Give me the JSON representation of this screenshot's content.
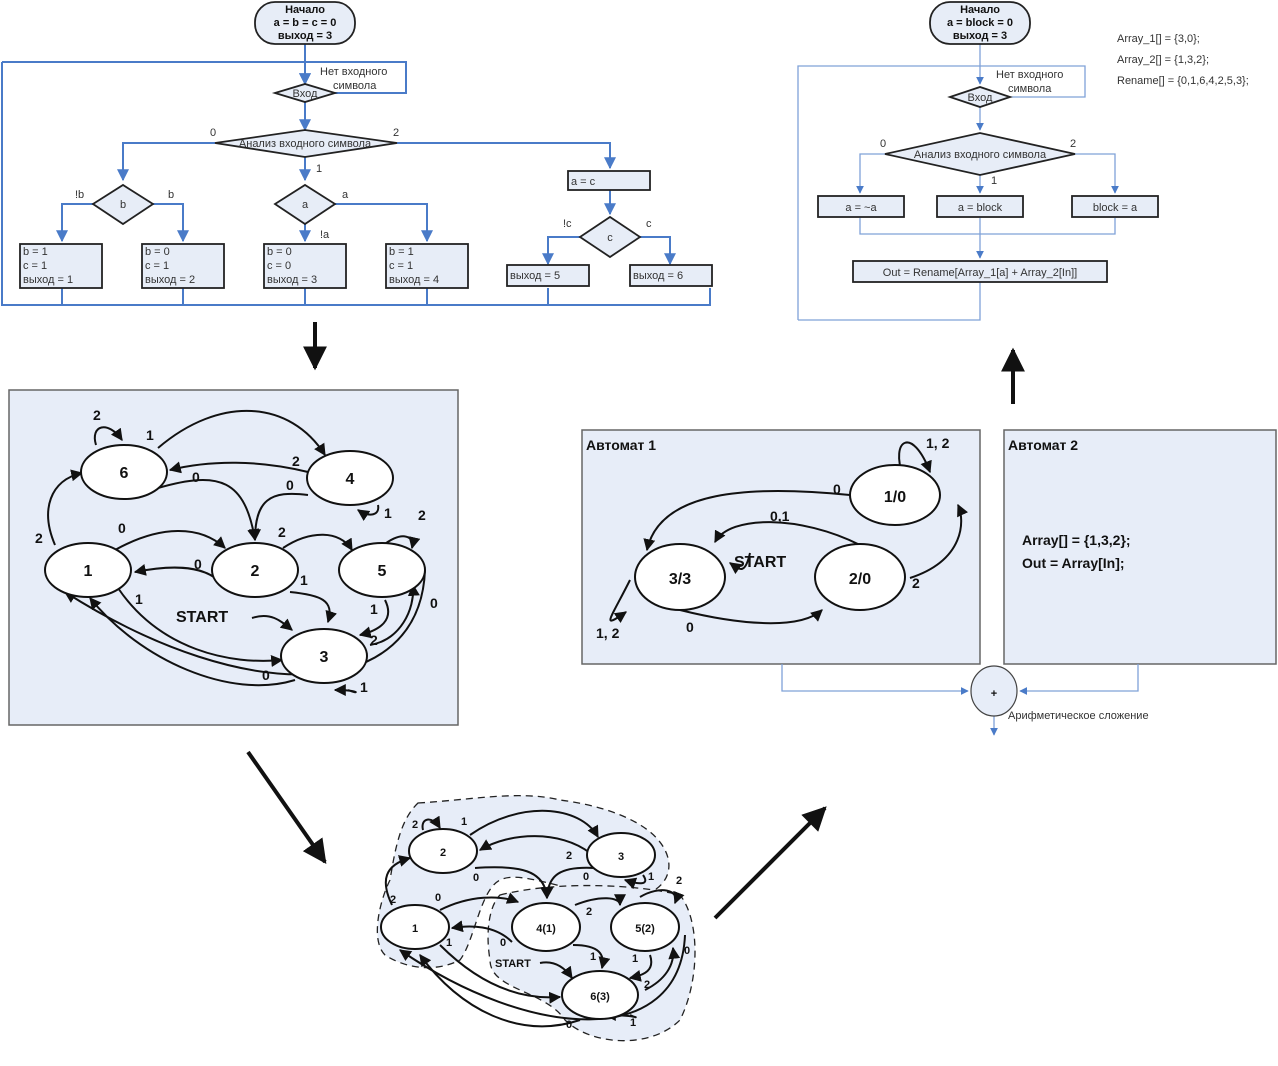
{
  "flowchart1": {
    "start": [
      "Начало",
      "a = b = c = 0",
      "выход = 3"
    ],
    "input": "Вход",
    "no_input": [
      "Нет входного",
      "символа"
    ],
    "analyze": "Анализ входного символа",
    "branch_labels": {
      "zero": "0",
      "one": "1",
      "two": "2"
    },
    "decision_b": "b",
    "decision_a": "a",
    "decision_c": "c",
    "cond_labels": {
      "not_b": "!b",
      "b": "b",
      "a": "a",
      "not_a": "!a",
      "not_c": "!c",
      "c": "c"
    },
    "assign_a_c": "a = c",
    "boxes": [
      [
        "b  = 1",
        "c = 1",
        "выход = 1"
      ],
      [
        "b = 0",
        "c = 1",
        "выход = 2"
      ],
      [
        "b  = 0",
        "c = 0",
        "выход = 3"
      ],
      [
        "b  = 1",
        "c = 1",
        "выход = 4"
      ]
    ],
    "out5": "выход = 5",
    "out6": "выход = 6"
  },
  "flowchart2": {
    "start": [
      "Начало",
      "a = block = 0",
      "выход = 3"
    ],
    "input": "Вход",
    "no_input": [
      "Нет входного",
      "символа"
    ],
    "analyze": "Анализ входного символа",
    "branch_labels": {
      "zero": "0",
      "one": "1",
      "two": "2"
    },
    "box_left": "a = ~a",
    "box_mid": "a = block",
    "box_right": "block = a",
    "out": "Out = Rename[Array_1[a] + Array_2[In]]",
    "arrays": [
      "Array_1[] = {3,0};",
      "Array_2[] = {1,3,2};",
      "Rename[] = {0,1,6,4,2,5,3};"
    ]
  },
  "automaton6": {
    "states": [
      "1",
      "2",
      "3",
      "4",
      "5",
      "6"
    ],
    "start_label": "START",
    "edge_labels": {
      "s6_self": "2",
      "s6_to4": "1",
      "s4_to6": "2",
      "s6_to2": "0",
      "s4_to2": "0",
      "s4_self": "1",
      "s1_to6": "2",
      "s1_to2": "0",
      "s2_to1": "0",
      "s2_to5": "2",
      "s5_self": "2",
      "s2_to3": "1",
      "s1_to3": "1",
      "s5_to3": "1",
      "s3_to5": "2",
      "s5_to1": "0",
      "s3_to1": "0",
      "s3_self": "1"
    }
  },
  "automaton_split": {
    "states": [
      "1",
      "2",
      "3",
      "4(1)",
      "5(2)",
      "6(3)"
    ],
    "start_label": "START",
    "edge_labels": {
      "s2_self": "2",
      "s2_to3": "1",
      "s3_to2": "2",
      "s2_to4": "0",
      "s3_to4": "0",
      "s3_self": "1",
      "s1_to2": "2",
      "s1_to4": "0",
      "s4_to1": "0",
      "s1_to6": "1",
      "s4_to5": "2",
      "s5_self": "2",
      "s4_to6": "1",
      "s5_to6": "1",
      "s6_to5": "2",
      "s5_to1": "0",
      "s6_to1": "0",
      "s6_self": "1"
    }
  },
  "automat1": {
    "title": "Автомат 1",
    "states": [
      "1/0",
      "3/3",
      "2/0"
    ],
    "start_label": "START",
    "edge_labels": {
      "s1_self": "1, 2",
      "s1_to3": "0",
      "s2_to3": "0,1",
      "s3_self": "1, 2",
      "s3_to2": "0",
      "s2_to1": "2"
    }
  },
  "automat2": {
    "title": "Автомат 2",
    "code": [
      "Array[] = {1,3,2};",
      "Out = Array[In];"
    ]
  },
  "adder": {
    "symbol": "+",
    "label": "Арифметическое сложение"
  }
}
